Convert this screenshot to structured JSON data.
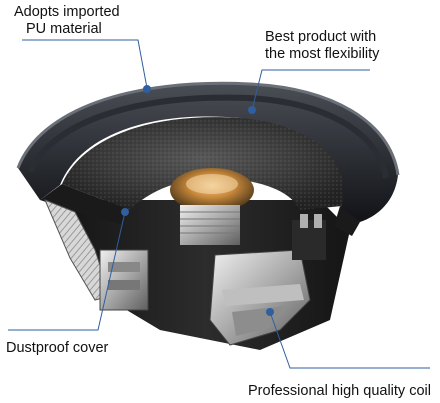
{
  "image": {
    "description_tag": "speaker-cutaway-diagram",
    "background": "#ffffff",
    "accent": "#2f5f9e"
  },
  "callouts": [
    {
      "lines": [
        "Adopts imported",
        "PU material"
      ]
    },
    {
      "lines": [
        "Best product with",
        "the most flexibility"
      ]
    },
    {
      "lines": [
        "Dustproof cover"
      ]
    },
    {
      "lines": [
        "Professional high quality coil"
      ]
    }
  ]
}
